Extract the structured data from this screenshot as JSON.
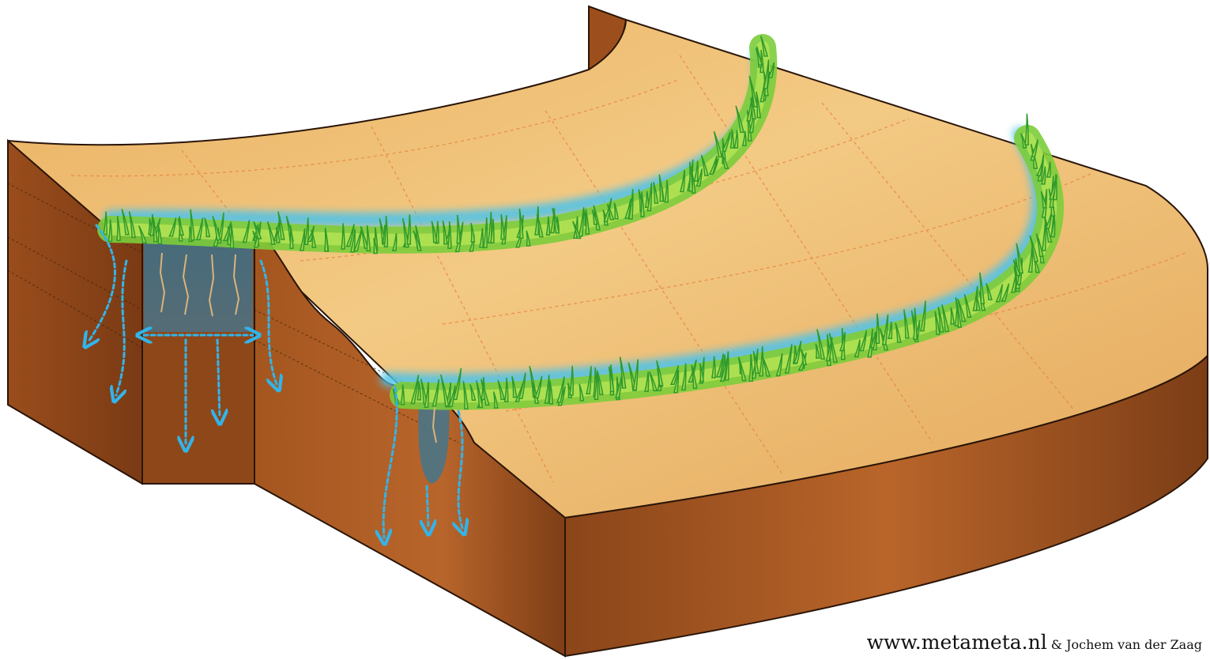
{
  "illustration": {
    "subject": "sloped-terrain-with-grass-strip-infiltration-trenches",
    "colors": {
      "soil_top_light": "#f0c27a",
      "soil_top_dark": "#e0a255",
      "soil_side_light": "#b9652a",
      "soil_side_dark": "#7c3d16",
      "grass_light": "#aee04a",
      "grass_dark": "#2f9a2c",
      "water": "#4fc3e8",
      "trench_water": "#3f6f86",
      "flow_arrows": "#32b4ea",
      "contour_lines": "#e8843e",
      "strata_lines": "#3a1f0d",
      "roots": "#d9b37a"
    },
    "icons": [
      "grass-strip-icon",
      "flow-arrow-icon",
      "root-icon",
      "water-trench-icon"
    ]
  },
  "credit": {
    "site": "www.metameta.nl",
    "author": "& Jochem van der Zaag"
  }
}
